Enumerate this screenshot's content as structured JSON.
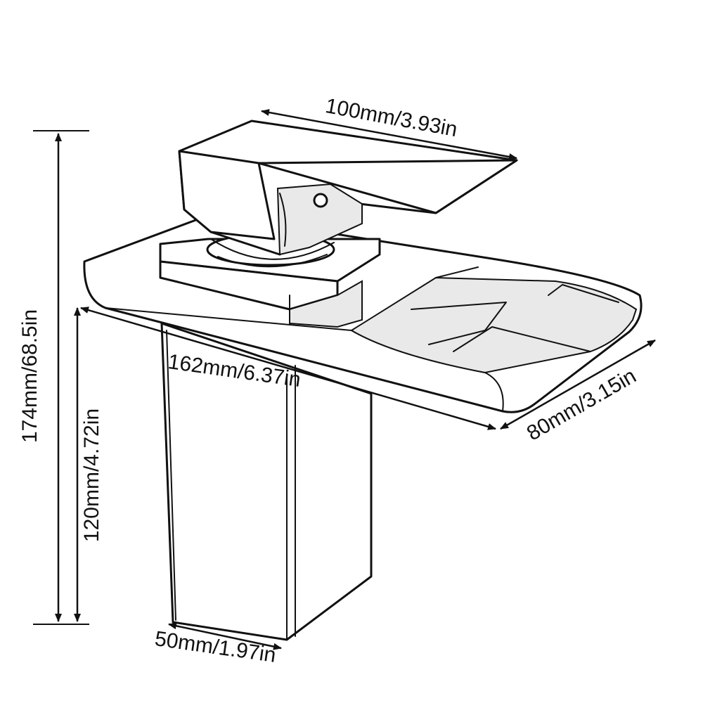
{
  "dimensions": {
    "total_height": "174mm/68.5in",
    "body_height": "120mm/4.72in",
    "handle_length": "100mm/3.93in",
    "spout_length": "162mm/6.37in",
    "spout_width": "80mm/3.15in",
    "base_width": "50mm/1.97in"
  }
}
